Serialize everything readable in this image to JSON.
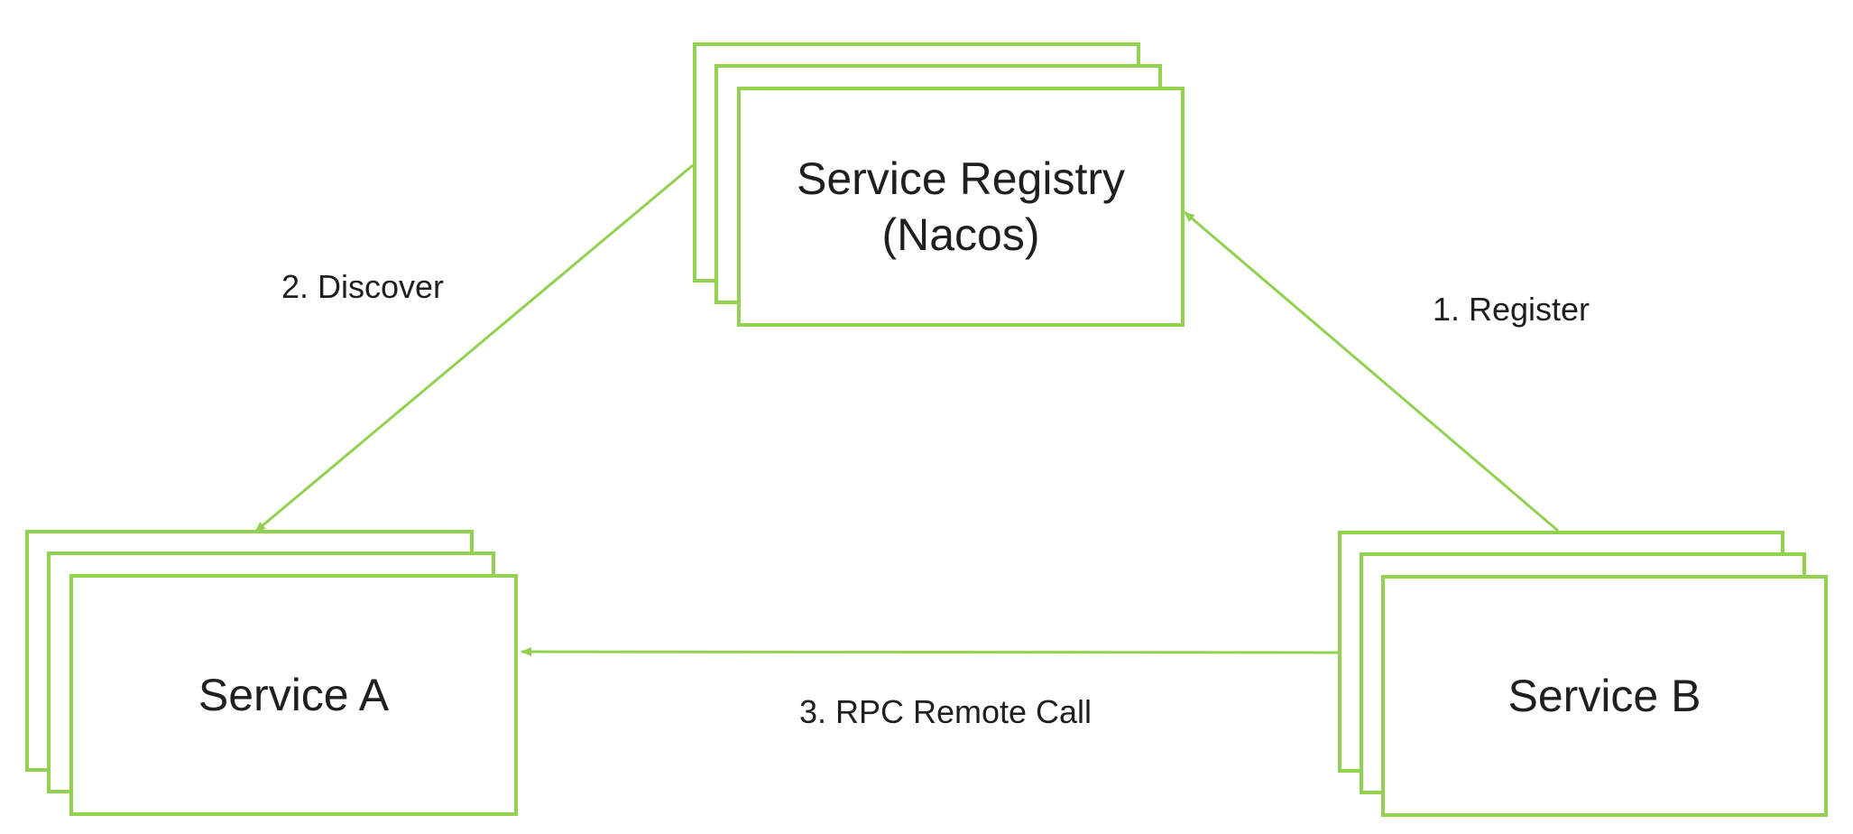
{
  "colors": {
    "accent_green": "#92D050",
    "text_dark": "#1F1F1F",
    "node_fill": "#FFFFFF",
    "background": "#FFFFFF"
  },
  "nodes": {
    "registry": {
      "lines": [
        "Service Registry",
        "(Nacos)"
      ]
    },
    "service_a": {
      "label": "Service A"
    },
    "service_b": {
      "label": "Service B"
    }
  },
  "arrows": {
    "register": {
      "label": "1. Register",
      "from": "service_b",
      "to": "registry"
    },
    "discover": {
      "label": "2. Discover",
      "from": "registry",
      "to": "service_a"
    },
    "rpc": {
      "label": "3. RPC Remote Call",
      "from": "service_b",
      "to": "service_a"
    }
  }
}
